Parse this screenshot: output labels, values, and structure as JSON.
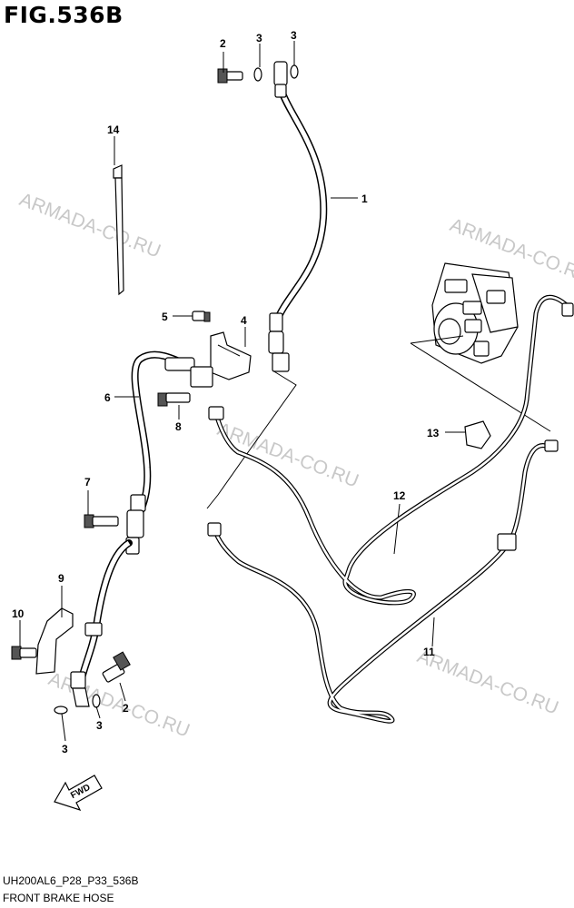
{
  "figure": {
    "title": "FIG.536B",
    "code": "UH200AL6_P28_P33_536B",
    "name": "FRONT BRAKE HOSE"
  },
  "watermark": "ARMADA-CO.RU",
  "fwd_label": "FWD",
  "callouts": [
    {
      "id": "c1",
      "label": "1"
    },
    {
      "id": "c2a",
      "label": "2"
    },
    {
      "id": "c2b",
      "label": "2"
    },
    {
      "id": "c3a",
      "label": "3"
    },
    {
      "id": "c3b",
      "label": "3"
    },
    {
      "id": "c3c",
      "label": "3"
    },
    {
      "id": "c3d",
      "label": "3"
    },
    {
      "id": "c4",
      "label": "4"
    },
    {
      "id": "c5",
      "label": "5"
    },
    {
      "id": "c6",
      "label": "6"
    },
    {
      "id": "c7",
      "label": "7"
    },
    {
      "id": "c8",
      "label": "8"
    },
    {
      "id": "c9",
      "label": "9"
    },
    {
      "id": "c10",
      "label": "10"
    },
    {
      "id": "c11",
      "label": "11"
    },
    {
      "id": "c12",
      "label": "12"
    },
    {
      "id": "c13",
      "label": "13"
    },
    {
      "id": "c14",
      "label": "14"
    }
  ]
}
